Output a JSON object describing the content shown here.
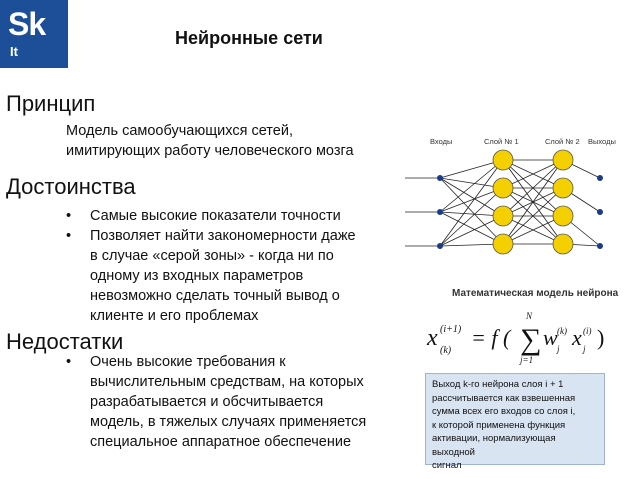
{
  "logo": {
    "main": "Sk",
    "sub": "It"
  },
  "slide": {
    "title": "Нейронные сети"
  },
  "sections": {
    "principle": {
      "heading": "Принцип",
      "lines": [
        "Модель самообучающихся сетей,",
        "имитирующих работу человеческого мозга"
      ]
    },
    "advantages": {
      "heading": "Достоинства",
      "bullets": [
        {
          "lines": [
            "Самые высокие показатели точности"
          ]
        },
        {
          "lines": [
            "Позволяет найти закономерности даже",
            "в случае «серой зоны» - когда ни по",
            "одному из входных параметров",
            "невозможно сделать точный вывод о",
            "клиенте и его проблемах"
          ]
        }
      ]
    },
    "disadvantages": {
      "heading": "Недостатки",
      "bullets": [
        {
          "lines": [
            "Очень высокие требования к",
            "вычислительным средствам, на которых",
            "разрабатывается и обсчитывается",
            "модель, в тяжелых случаях применяется",
            "специальное аппаратное обеспечение"
          ]
        }
      ]
    }
  },
  "network_diagram": {
    "labels": {
      "inputs": "Входы",
      "layer1": "Слой № 1",
      "layer2": "Слой № 2",
      "outputs": "Выходы"
    },
    "node_color": "#f5d000",
    "input_color": "#1a3a8a"
  },
  "neuron_model": {
    "title": "Математическая модель нейрона",
    "formula": {
      "x": "x",
      "sup_left": "(i+1)",
      "sub_left": "(k)",
      "eq": "= f (",
      "sum": "∑",
      "sum_top": "N",
      "sum_bottom": "j=1",
      "w": "w",
      "w_sup": "(k)",
      "w_sub": "j",
      "x2": "x",
      "x2_sup": "(i)",
      "x2_sub": "j",
      "close": ")"
    },
    "description_lines": [
      "Выход k-го нейрона слоя i + 1",
      "рассчитывается как взвешенная",
      "сумма всех его входов со слоя i,",
      "к которой применена функция",
      "активации, нормализующая выходной",
      "сигнал"
    ],
    "box_color": "#d9e4f2"
  }
}
